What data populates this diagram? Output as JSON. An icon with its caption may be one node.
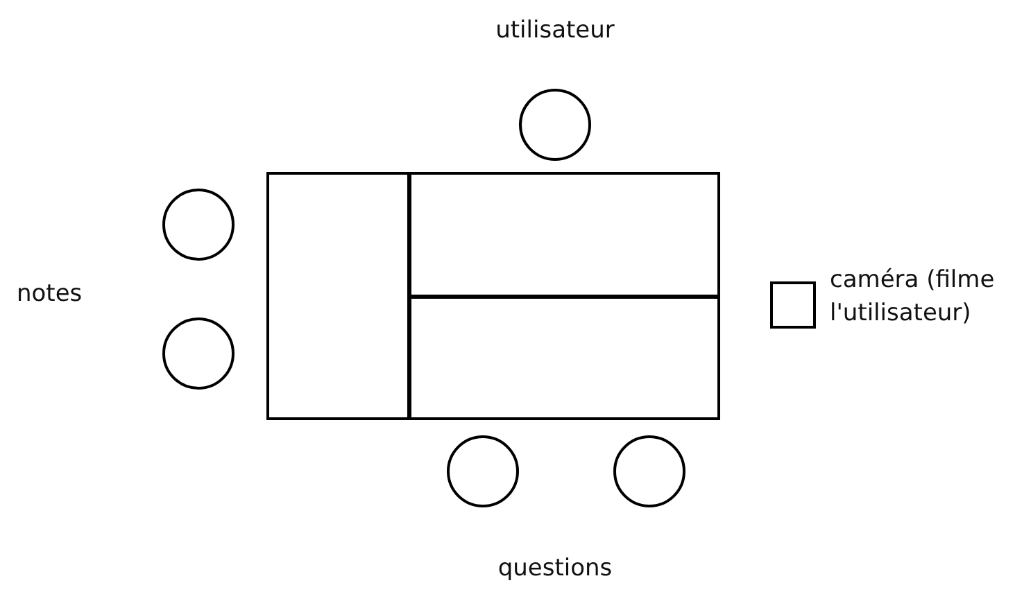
{
  "diagram": {
    "labels": [
      "utilisateur",
      "notes",
      "caméra (filme l'utilisateur)",
      "questions"
    ]
  }
}
